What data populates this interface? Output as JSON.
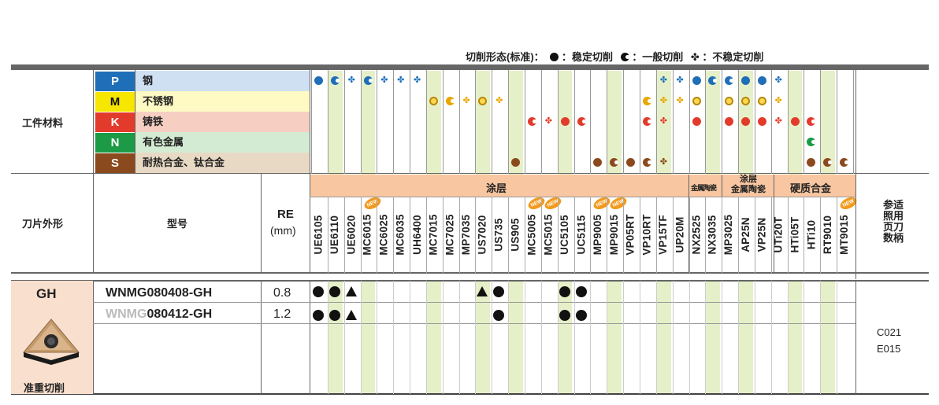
{
  "legend": {
    "title": "切削形态(标准)：",
    "stable": "稳定切削",
    "general": "一般切削",
    "unstable": "不稳定切削",
    "sep": "："
  },
  "headers": {
    "workpiece": "工件材料",
    "insert_shape": "刀片外形",
    "model": "型号",
    "re": "RE",
    "re_unit": "(mm)",
    "reference": "参适\n照用\n页刀\n数柄"
  },
  "reference_lines": [
    "参适",
    "照用",
    "页刀",
    "数柄"
  ],
  "materials": [
    {
      "code": "P",
      "name": "钢",
      "color": "#1f6fb8",
      "band": "#cfe0f3"
    },
    {
      "code": "M",
      "name": "不锈钢",
      "color": "#f7e600",
      "band": "#fff9c4"
    },
    {
      "code": "K",
      "name": "铸铁",
      "color": "#e23b2c",
      "band": "#f6cfc2"
    },
    {
      "code": "N",
      "name": "有色金属",
      "color": "#1d9a46",
      "band": "#d3ebd2"
    },
    {
      "code": "S",
      "name": "耐热合金、钛合金",
      "color": "#8b4a1d",
      "band": "#e8d9c4"
    }
  ],
  "categories": {
    "coating": "涂层",
    "cermet_coat": "金属陶瓷",
    "coated_cermet": "涂层\n金属陶瓷",
    "carbide": "硬质合金"
  },
  "coated_cermet_lines": [
    "涂层",
    "金属陶瓷"
  ],
  "grades": [
    "UE6105",
    "UE6110",
    "UE6020",
    "MC6015",
    "MC6025",
    "MC6035",
    "UH6400",
    "MC7015",
    "MC7025",
    "MP7035",
    "US7020",
    "US735",
    "US905",
    "MC5005",
    "MC5015",
    "UC5105",
    "UC5115",
    "MP9005",
    "MP9015",
    "VP05RT",
    "VP10RT",
    "VP15TF",
    "UP20M",
    "NX2525",
    "NX3035",
    "MP3025",
    "AP25N",
    "VP25N",
    "UTi20T",
    "HTi05T",
    "HTi10",
    "RT9010",
    "MT9015"
  ],
  "new_badge": "NEW",
  "series": {
    "name": "GH",
    "desc": "准重切削"
  },
  "rows": [
    {
      "prefix": "WNMG",
      "suffix": "080408-GH",
      "re": "0.8"
    },
    {
      "prefix": "WNMG",
      "suffix": "080412-GH",
      "re": "1.2"
    }
  ],
  "ref_pages": [
    "C021",
    "E015"
  ]
}
